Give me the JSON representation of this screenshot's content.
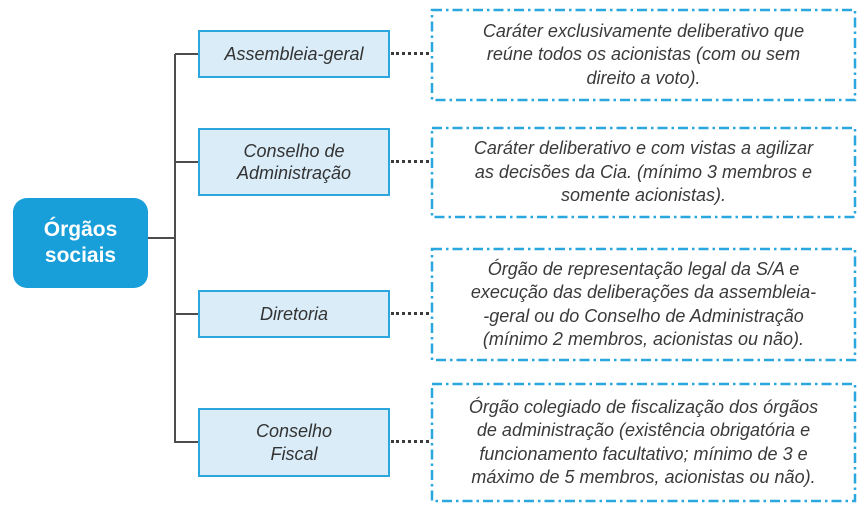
{
  "root": {
    "label": "Órgãos\nsociais"
  },
  "branches": [
    {
      "label": "Assembleia-geral",
      "description": "Caráter exclusivamente deliberativo que\nreúne todos os acionistas (com ou sem\ndireito a voto)."
    },
    {
      "label": "Conselho de\nAdministração",
      "description": "Caráter deliberativo e com vistas a agilizar\nas decisões da Cia. (mínimo 3 membros e\nsomente acionistas)."
    },
    {
      "label": "Diretoria",
      "description": "Órgão de representação legal da S/A e\nexecução das deliberações da assembleia-\n-geral ou do Conselho de Administração\n(mínimo 2 membros, acionistas ou não)."
    },
    {
      "label": "Conselho\nFiscal",
      "description": "Órgão colegiado de fiscalização dos órgãos\nde administração (existência obrigatória e\nfuncionamento facultativo; mínimo de 3 e\nmáximo de 5 membros, acionistas ou não)."
    }
  ],
  "colors": {
    "root_fill": "#189ed9",
    "node_fill": "#d9ecf8",
    "node_border": "#2ba7de",
    "desc_border": "#29a7de",
    "connector_solid": "#4d4d4d",
    "connector_dotted": "#3a3a3a",
    "text_dark": "#3a3a3a",
    "root_text": "#ffffff"
  }
}
